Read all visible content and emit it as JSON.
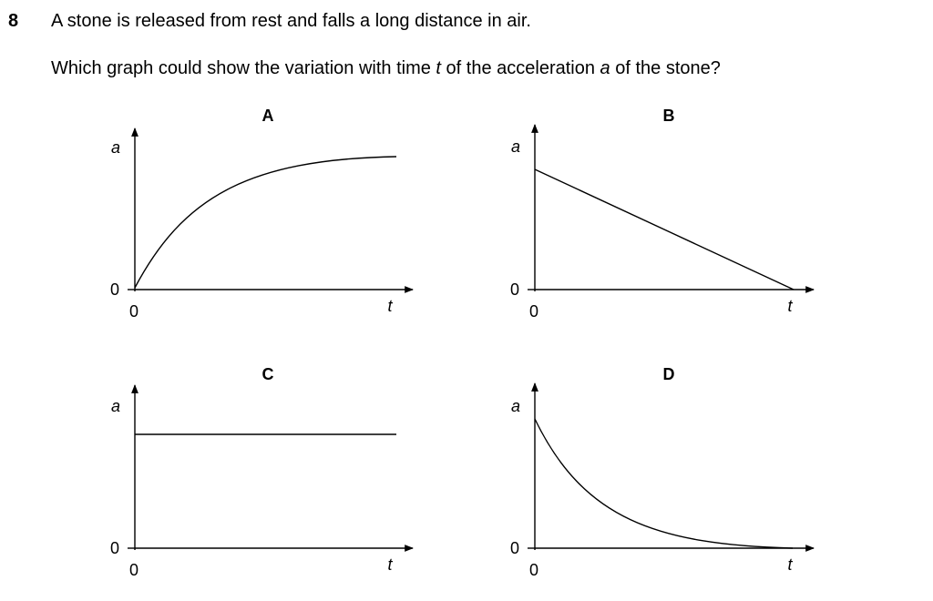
{
  "question": {
    "number": "8",
    "stem": "A stone is released from rest and falls a long distance in air.",
    "prompt_parts": [
      "Which graph could show the variation with time ",
      "t",
      " of the acceleration ",
      "a",
      " of the stone?"
    ]
  },
  "graphs": [
    {
      "label": "A",
      "y_axis": "a",
      "x_axis": "t",
      "y_origin": "0",
      "x_origin": "0",
      "shape": "rising-curve-to-plateau"
    },
    {
      "label": "B",
      "y_axis": "a",
      "x_axis": "t",
      "y_origin": "0",
      "x_origin": "0",
      "shape": "straight-line-decreasing-to-zero"
    },
    {
      "label": "C",
      "y_axis": "a",
      "x_axis": "t",
      "y_origin": "0",
      "x_origin": "0",
      "shape": "horizontal-constant"
    },
    {
      "label": "D",
      "y_axis": "a",
      "x_axis": "t",
      "y_origin": "0",
      "x_origin": "0",
      "shape": "decaying-curve-to-zero"
    }
  ]
}
